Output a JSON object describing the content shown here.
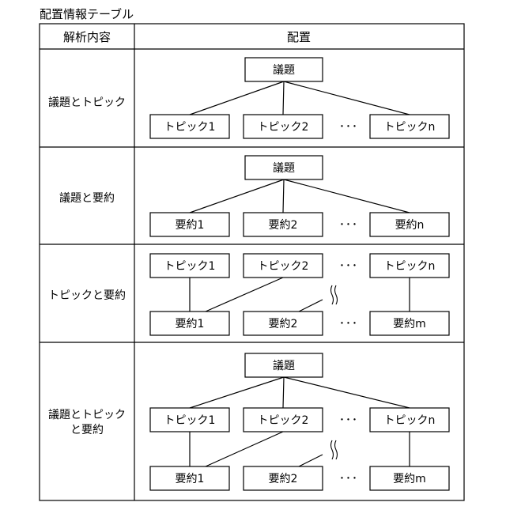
{
  "table_title": "配置情報テーブル",
  "headers": {
    "analysis": "解析内容",
    "layout": "配置"
  },
  "rows": [
    {
      "label": [
        "議題とトピック"
      ],
      "top": "議題",
      "middle": [
        "トピック1",
        "トピック2",
        "トピックn"
      ],
      "bottom": []
    },
    {
      "label": [
        "議題と要約"
      ],
      "top": "議題",
      "middle": [
        "要約1",
        "要約2",
        "要約n"
      ],
      "bottom": []
    },
    {
      "label": [
        "トピックと要約"
      ],
      "top": "",
      "middle": [
        "トピック1",
        "トピック2",
        "トピックn"
      ],
      "bottom": [
        "要約1",
        "要約2",
        "要約m"
      ]
    },
    {
      "label": [
        "議題とトピック",
        "と要約"
      ],
      "top": "議題",
      "middle": [
        "トピック1",
        "トピック2",
        "トピックn"
      ],
      "bottom": [
        "要約1",
        "要約2",
        "要約m"
      ]
    }
  ],
  "ellipsis": "･･･"
}
